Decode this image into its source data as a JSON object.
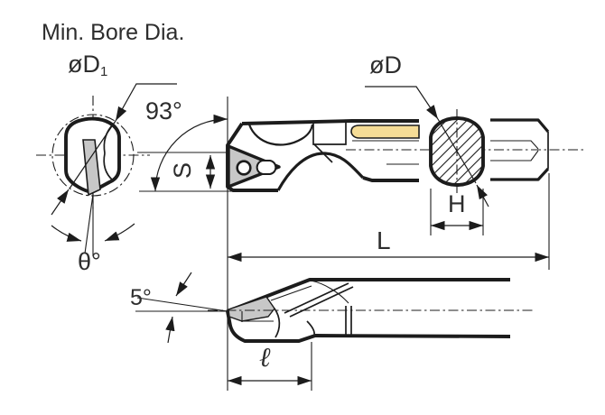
{
  "labels": {
    "title": "Min. Bore Dia.",
    "bore_dia_prefix": "øD",
    "bore_dia_sub": "1",
    "lead_angle": "93°",
    "shank_height": "S",
    "shank_dia": "øD",
    "height_across_flats": "H",
    "overall_length": "L",
    "tip_angle": "5°",
    "effective_length": "ℓ",
    "offset_angle": "θ°"
  },
  "colors": {
    "line": "#1c1c1c",
    "text": "#2d2d2d",
    "insert": "#c7c7c7",
    "stripe": "#f5dc96",
    "bg": "#ffffff"
  }
}
